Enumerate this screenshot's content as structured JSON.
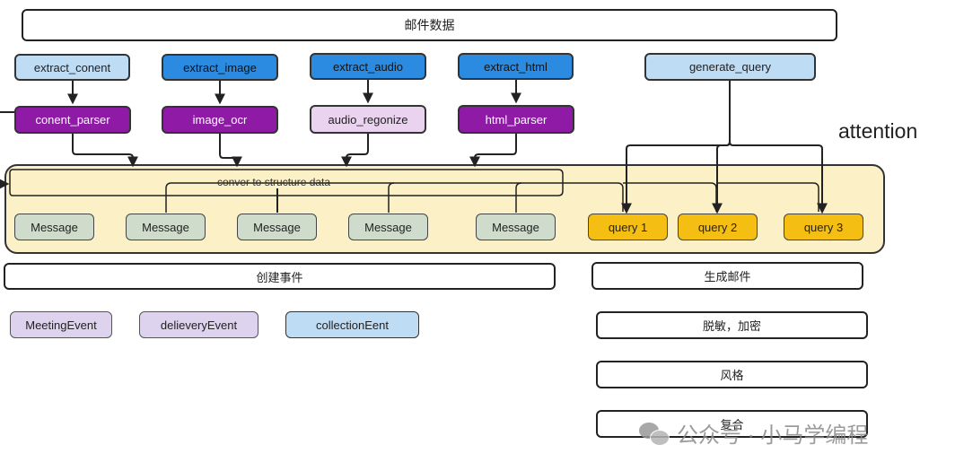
{
  "title": "邮件数据",
  "extractors": [
    "extract_conent",
    "extract_image",
    "extract_audio",
    "extract_html"
  ],
  "generate_query": "generate_query",
  "parsers": [
    "conent_parser",
    "image_ocr",
    "audio_regonize",
    "html_parser"
  ],
  "attention": "attention",
  "conver_label": "conver to structure data",
  "messages": [
    "Message",
    "Message",
    "Message",
    "Message",
    "Message"
  ],
  "queries": [
    "query 1",
    "query 2",
    "query 3"
  ],
  "create_event": "创建事件",
  "events": [
    "MeetingEvent",
    "delieveryEvent",
    "collectionEent"
  ],
  "generate_mail": "生成邮件",
  "steps": [
    "脱敏，加密",
    "风格",
    "复合"
  ],
  "watermark": "公众号 · 小马学编程",
  "colors": {
    "light_blue": "#bfdcf5",
    "blue": "#2b8be0",
    "purple": "#8e1aa6",
    "lavender": "#e9d3ee",
    "message_green": "#cfdccb",
    "query_yellow": "#f5be13",
    "container_yellow": "#fcf0c7"
  }
}
